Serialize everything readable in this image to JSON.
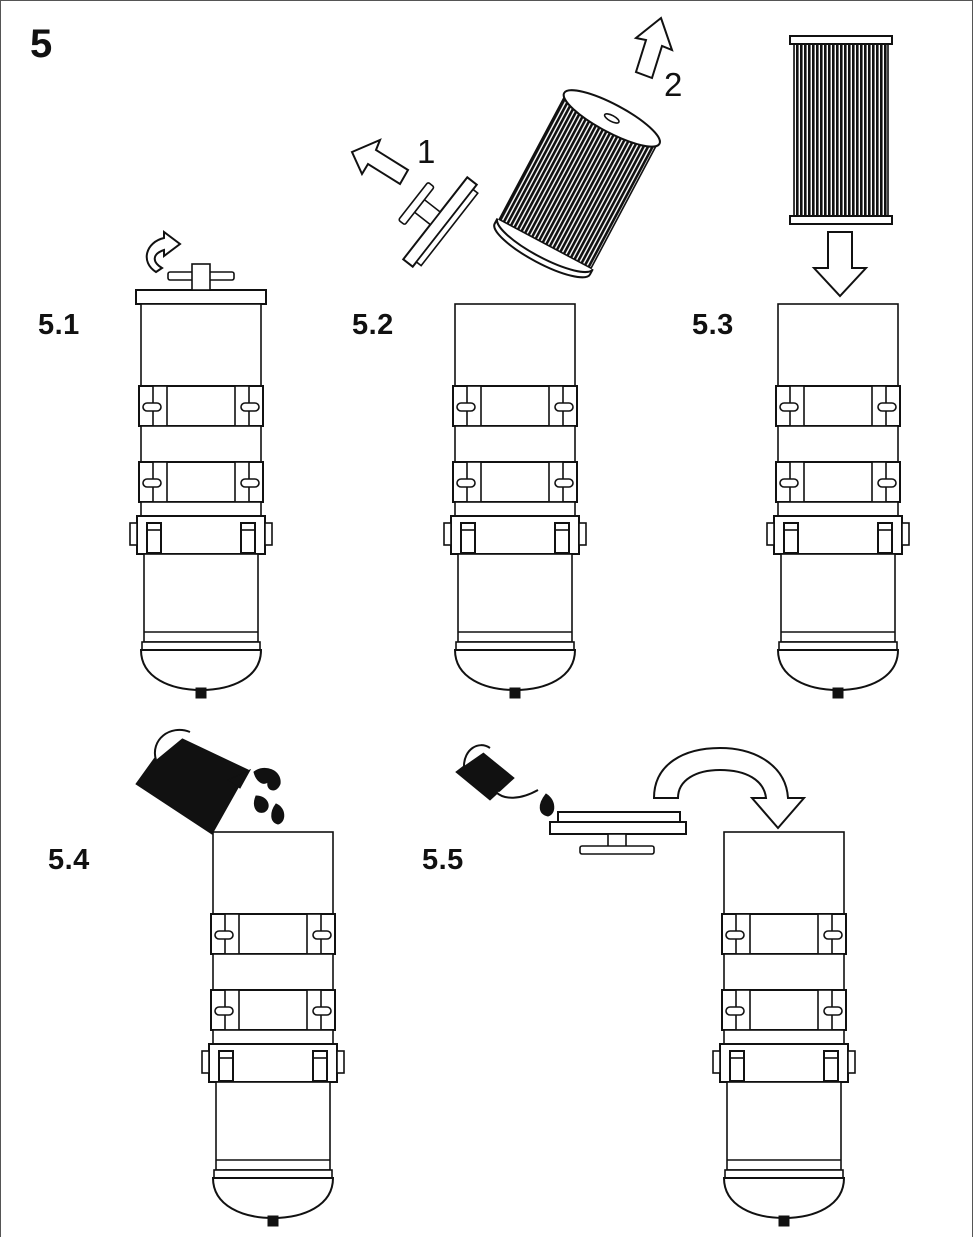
{
  "figure": {
    "number": "5",
    "steps": [
      {
        "id": "s1",
        "label": "5.1"
      },
      {
        "id": "s2",
        "label": "5.2"
      },
      {
        "id": "s3",
        "label": "5.3"
      },
      {
        "id": "s4",
        "label": "5.4"
      },
      {
        "id": "s5",
        "label": "5.5"
      }
    ],
    "callouts": {
      "one": "1",
      "two": "2"
    }
  },
  "colors": {
    "ink": "#111111",
    "paper": "#ffffff"
  }
}
